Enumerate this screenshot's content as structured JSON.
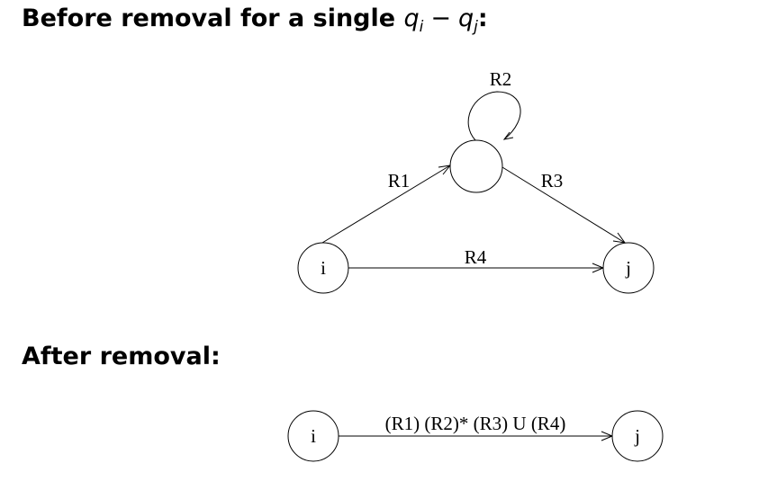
{
  "before": {
    "heading_prefix": "Before removal for a single",
    "q_i_base": "q",
    "q_i_sub": "i",
    "minus": "−",
    "q_j_base": "q",
    "q_j_sub": "j",
    "colon": ":",
    "nodes": {
      "i": "i",
      "j": "j",
      "middle": ""
    },
    "edges": {
      "r1": "R1",
      "r2": "R2",
      "r3": "R3",
      "r4": "R4"
    }
  },
  "after": {
    "heading": "After removal:",
    "nodes": {
      "i": "i",
      "j": "j"
    },
    "edge_label": "(R1) (R2)* (R3) U (R4)"
  }
}
